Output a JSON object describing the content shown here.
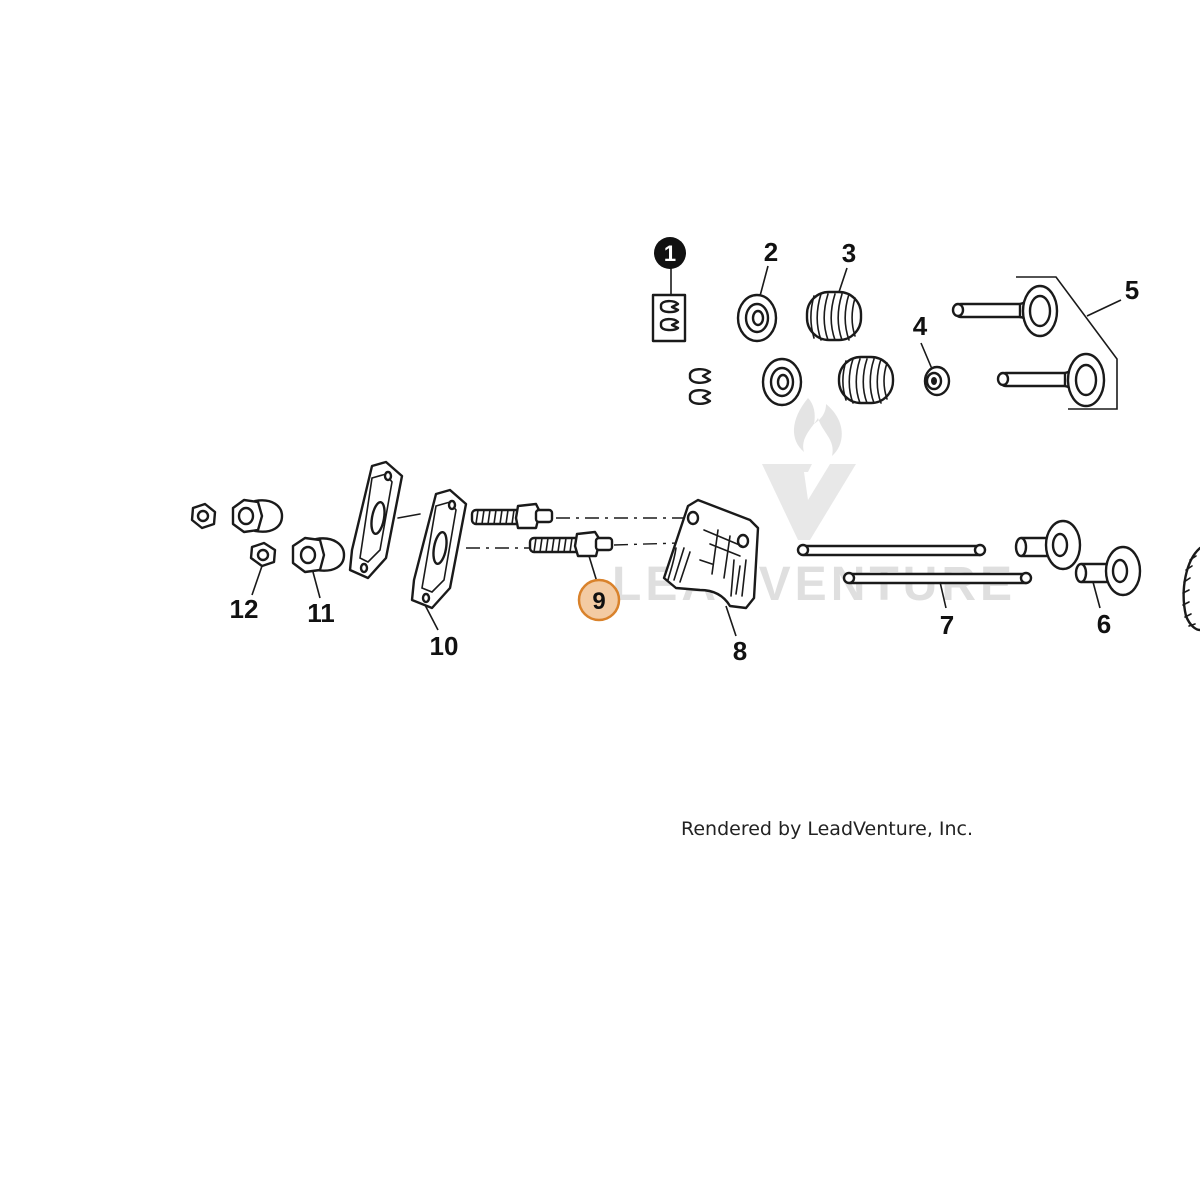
{
  "diagram": {
    "callouts": [
      {
        "id": "1",
        "label": "1",
        "style": "filled"
      },
      {
        "id": "2",
        "label": "2",
        "style": "plain"
      },
      {
        "id": "3",
        "label": "3",
        "style": "plain"
      },
      {
        "id": "4",
        "label": "4",
        "style": "plain"
      },
      {
        "id": "5",
        "label": "5",
        "style": "plain"
      },
      {
        "id": "6",
        "label": "6",
        "style": "plain"
      },
      {
        "id": "7",
        "label": "7",
        "style": "plain"
      },
      {
        "id": "8",
        "label": "8",
        "style": "plain"
      },
      {
        "id": "9",
        "label": "9",
        "style": "highlighted"
      },
      {
        "id": "10",
        "label": "10",
        "style": "plain"
      },
      {
        "id": "11",
        "label": "11",
        "style": "plain"
      },
      {
        "id": "12",
        "label": "12",
        "style": "plain"
      }
    ],
    "watermark_text": "LEADVENTURE",
    "footer_text": "Rendered by LeadVenture, Inc."
  },
  "colors": {
    "highlight_fill": "#f3cba3",
    "highlight_stroke": "#d9822b",
    "filled_callout": "#111111",
    "watermark": "#dcdcdc"
  }
}
